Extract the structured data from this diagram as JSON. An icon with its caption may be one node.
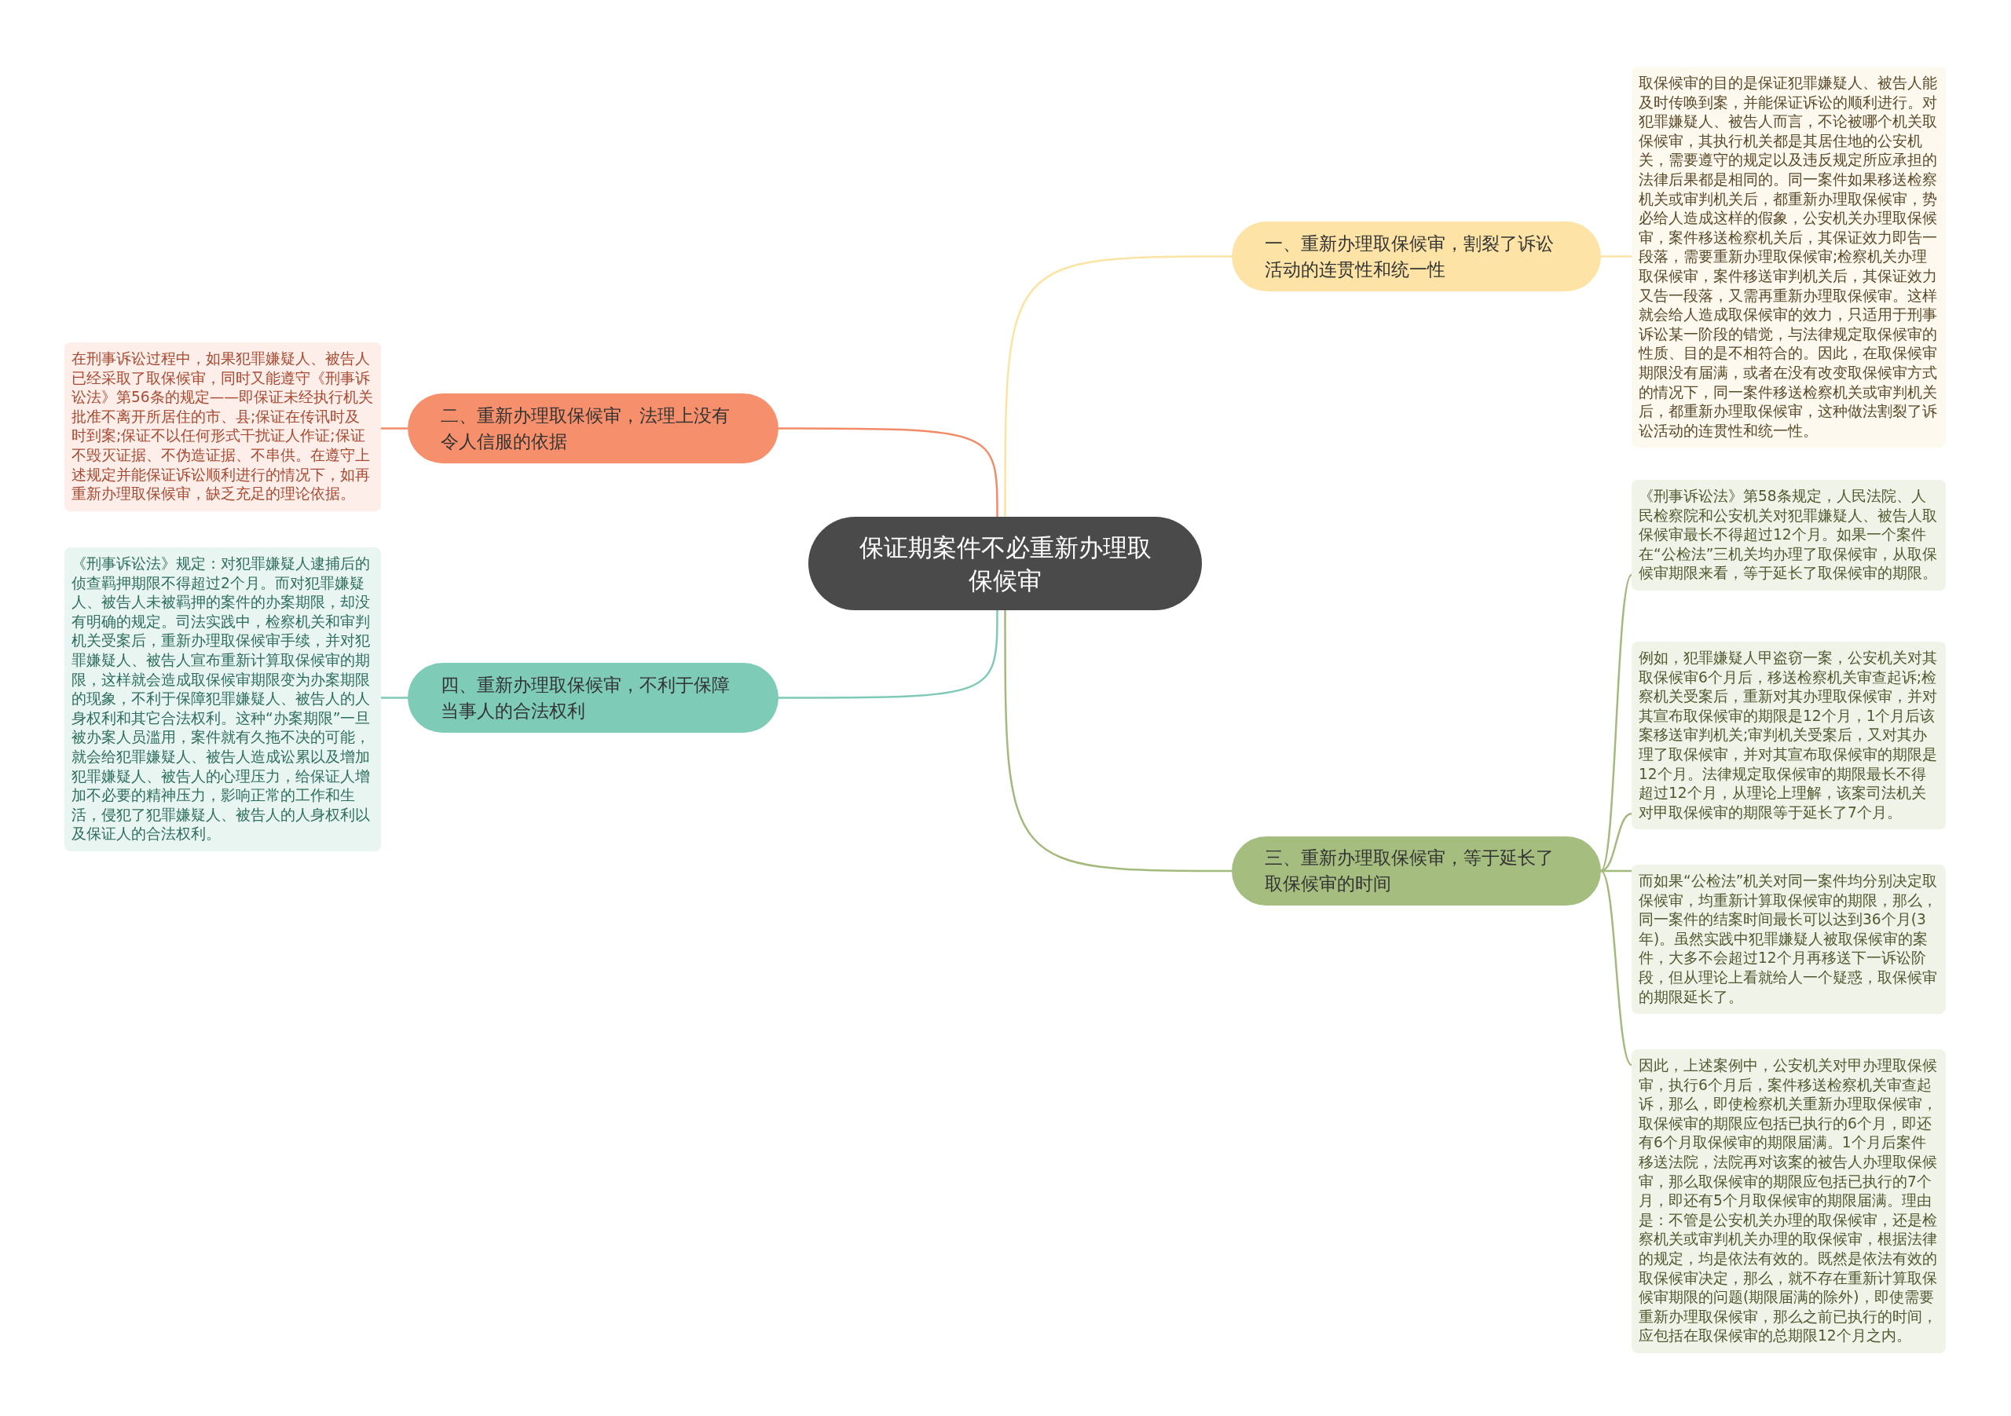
{
  "diagram": {
    "nodes": [
      {
        "text": [
          "保证期案件不必重新办理取保候审"
        ]
      },
      {
        "text": [
          "一、重新办理取保候审，割裂了诉讼活动的连贯性和统一性"
        ]
      },
      {
        "text": [
          "取保候审的目的是保证犯罪嫌疑人、被告人能及时传唤到案，并能保证诉讼的顺利进行。对犯罪嫌疑人、被告人而言，不论被哪个机关取保候审，其执行机关都是其居住地的公安机关，需要遵守的规定以及违反规定所应承担的法律后果都是相同的。同一案件如果移送检察机关或审判机关后，都重新办理取保候审，势必给人造成这样的假象，公安机关办理取保候审，案件移送检察机关后，其保证效力即告一段落，需要重新办理取保候审;检察机关办理取保候审，案件移送审判机关后，其保证效力又告一段落，又需再重新办理取保候审。这样就会给人造成取保候审的效力，只适用于刑事诉讼某一阶段的错觉，与法律规定取保候审的性质、目的是不相符合的。因此，在取保候审期限没有届满，或者在没有改变取保候审方式的情况下，同一案件移送检察机关或审判机关后，都重新办理取保候审，这种做法割裂了诉讼活动的连贯性和统一性。"
        ]
      },
      {
        "text": [
          "二、重新办理取保候审，法理上没有令人信服的依据"
        ]
      },
      {
        "text": [
          "在刑事诉讼过程中，如果犯罪嫌疑人、被告人已经采取了取保候审，同时又能遵守《刑事诉讼法》第56条的规定——即保证未经执行机关批准不离开所居住的市、县;保证在传讯时及时到案;保证不以任何形式干扰证人作证;保证不毁灭证据、不伪造证据、不串供。在遵守上述规定并能保证诉讼顺利进行的情况下，如再重新办理取保候审，缺乏充足的理论依据。"
        ]
      },
      {
        "text": [
          "三、重新办理取保候审，等于延长了取保候审的时间"
        ]
      },
      {
        "text": [
          "《刑事诉讼法》第58条规定，人民法院、人民检察院和公安机关对犯罪嫌疑人、被告人取保候审最长不得超过12个月。如果一个案件在“公检法”三机关均办理了取保候审，从取保候审期限来看，等于延长了取保候审的期限。"
        ]
      },
      {
        "text": [
          "例如，犯罪嫌疑人甲盗窃一案，公安机关对其取保候审6个月后，移送检察机关审查起诉;检察机关受案后，重新对其办理取保候审，并对其宣布取保候审的期限是12个月，1个月后该案移送审判机关;审判机关受案后，又对其办理了取保候审，并对其宣布取保候审的期限是12个月。法律规定取保候审的期限最长不得超过12个月，从理论上理解，该案司法机关对甲取保候审的期限等于延长了7个月。"
        ]
      },
      {
        "text": [
          "而如果“公检法”机关对同一案件均分别决定取保候审，均重新计算取保候审的期限，那么，同一案件的结案时间最长可以达到36个月(3年)。虽然实践中犯罪嫌疑人被取保候审的案件，大多不会超过12个月再移送下一诉讼阶段，但从理论上看就给人一个疑惑，取保候审的期限延长了。"
        ]
      },
      {
        "text": [
          "因此，上述案例中，公安机关对甲办理取保候审，执行6个月后，案件移送检察机关审查起诉，那么，即使检察机关重新办理取保候审，取保候审的期限应包括已执行的6个月，即还有6个月取保候审的期限届满。1个月后案件移送法院，法院再对该案的被告人办理取保候审，那么取保候审的期限应包括已执行的7个月，即还有5个月取保候审的期限届满。理由是：不管是公安机关办理的取保候审，还是检察机关或审判机关办理的取保候审，根据法律的规定，均是依法有效的。既然是依法有效的取保候审决定，那么，就不存在重新计算取保候审期限的问题(期限届满的除外)，即使需要重新办理取保候审，那么之前已执行的时间，应包括在取保候审的总期限12个月之内。"
        ]
      },
      {
        "text": [
          "四、重新办理取保候审，不利于保障当事人的合法权利"
        ]
      },
      {
        "text": [
          "《刑事诉讼法》规定：对犯罪嫌疑人逮捕后的侦查羁押期限不得超过2个月。而对犯罪嫌疑人、被告人未被羁押的案件的办案期限，却没有明确的规定。司法实践中，检察机关和审判机关受案后，重新办理取保候审手续，并对犯罪嫌疑人、被告人宣布重新计算取保候审的期限，这样就会造成取保候审期限变为办案期限的现象，不利于保障犯罪嫌疑人、被告人的人身权利和其它合法权利。这种“办案期限”一旦被办案人员滥用，案件就有久拖不决的可能，就会给犯罪嫌疑人、被告人造成讼累以及增加犯罪嫌疑人、被告人的心理压力，给保证人增加不必要的精神压力，影响正常的工作和生活，侵犯了犯罪嫌疑人、被告人的人身权利以及保证人的合法权利。"
        ]
      }
    ],
    "edges": [
      {
        "from": 0,
        "to": 1,
        "arrow": "none",
        "color": "#fbe3a4"
      },
      {
        "from": 1,
        "to": 2,
        "arrow": "none",
        "color": "#fbe3a4"
      },
      {
        "from": 0,
        "to": 3,
        "arrow": "none",
        "color": "#f28c68"
      },
      {
        "from": 3,
        "to": 4,
        "arrow": "none",
        "color": "#f28c68"
      },
      {
        "from": 0,
        "to": 5,
        "arrow": "none",
        "color": "#a3ba7c"
      },
      {
        "from": 5,
        "to": 6,
        "arrow": "none",
        "color": "#a3ba7c"
      },
      {
        "from": 5,
        "to": 7,
        "arrow": "none",
        "color": "#a3ba7c"
      },
      {
        "from": 5,
        "to": 8,
        "arrow": "none",
        "color": "#a3ba7c"
      },
      {
        "from": 5,
        "to": 9,
        "arrow": "none",
        "color": "#a3ba7c"
      },
      {
        "from": 0,
        "to": 10,
        "arrow": "none",
        "color": "#7ecab7"
      },
      {
        "from": 10,
        "to": 11,
        "arrow": "none",
        "color": "#7ecab7"
      }
    ]
  }
}
